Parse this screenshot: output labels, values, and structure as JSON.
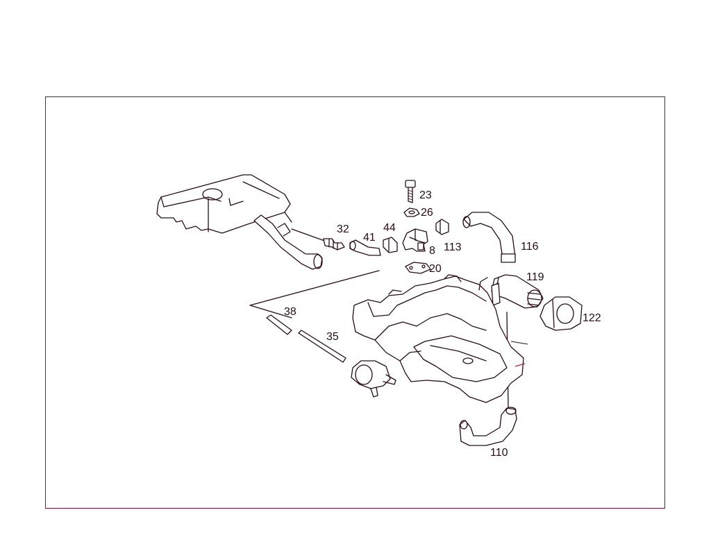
{
  "frame": {
    "border_color": "#8a0f3a"
  },
  "colors": {
    "ink": "#2a0a14",
    "accent": "#c0154e",
    "background": "#ffffff"
  },
  "callouts": {
    "p23": "23",
    "p26": "26",
    "p32": "32",
    "p41": "41",
    "p44": "44",
    "p8": "8",
    "p113": "113",
    "p116": "116",
    "p20": "20",
    "p119": "119",
    "p122": "122",
    "p38": "38",
    "p35": "35",
    "p110": "110"
  }
}
